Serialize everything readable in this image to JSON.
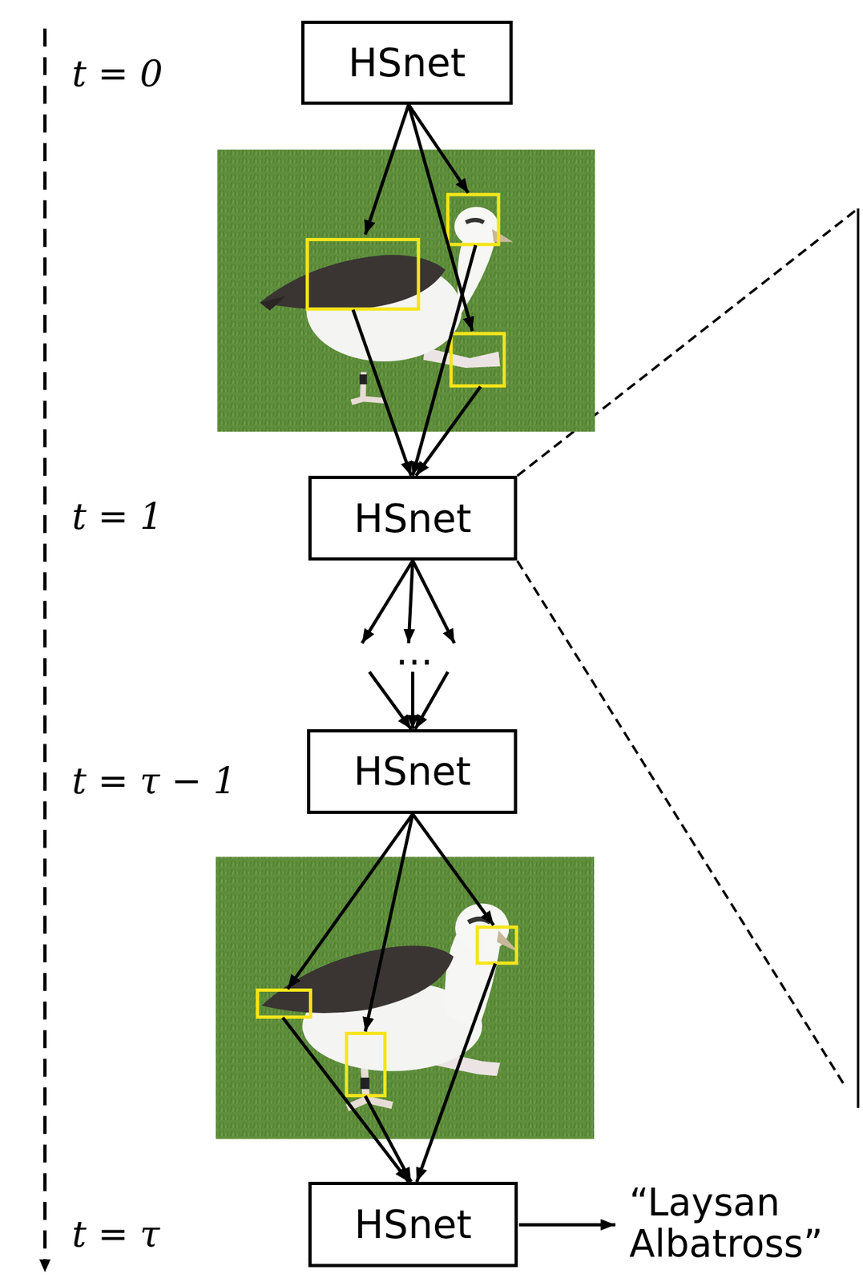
{
  "diagram": {
    "nodes": [
      {
        "text": [
          "HSnet"
        ]
      },
      {
        "text": [
          "HSnet"
        ]
      },
      {
        "text": [
          "HSnet"
        ]
      },
      {
        "text": [
          "HSnet"
        ]
      }
    ],
    "edges": [
      {
        "from": 0,
        "to": 1,
        "arrow": "to"
      },
      {
        "from": 1,
        "to": 2,
        "arrow": "to"
      },
      {
        "from": 2,
        "to": 3,
        "arrow": "to"
      }
    ],
    "labels": [
      "t = 0",
      "t = 1",
      "t = τ − 1",
      "t = τ",
      "…",
      "“Laysan Albatross”"
    ]
  }
}
